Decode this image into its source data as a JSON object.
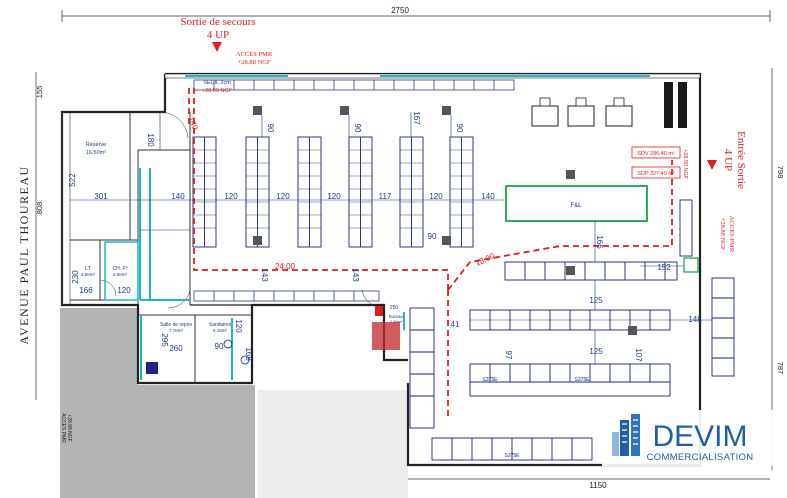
{
  "dimensions": {
    "top_total": "2750",
    "bottom_total": "1150",
    "left_top": "155",
    "left_mid": "808",
    "right_top": "798",
    "right_bottom": "787",
    "vert_left_wall": "522",
    "reserve_w": "301",
    "reserve_v": "180",
    "lt_v": "230",
    "lt_h": "166",
    "lt2_h": "120",
    "aisle_140_left": "140",
    "aisle_120_a": "120",
    "aisle_120_b": "120",
    "aisle_120_c": "120",
    "aisle_117": "117",
    "aisle_120_d": "120",
    "aisle_140_right": "140",
    "top_90_a": "90",
    "top_90_b": "90",
    "top_167": "167",
    "top_90_c": "90",
    "mid_90": "90",
    "diag_140": "140",
    "v_143_a": "143",
    "v_143_b": "143",
    "v_24": "24.00",
    "diag_1800": "18.00",
    "v_166": "166",
    "h_152": "152",
    "v_125_a": "125",
    "v_125_b": "125",
    "h_148": "148",
    "v_41": "41",
    "v_97": "97",
    "v_107": "107",
    "sr_295": "295",
    "sr_260": "260",
    "san_90": "90",
    "san_120": "120",
    "san_168": "168",
    "h_250": "250"
  },
  "labels": {
    "street": "AVENUE PAUL THOUREAU",
    "exit_title": "Sortie de secours",
    "exit_up": "4 UP",
    "acces_pmr_top": "ACCES PMR",
    "acces_pmr_top_ngf": "+28.88 NGF",
    "seuil": "SEUIL 2cm",
    "seuil_ngf": "+28.90 NGF",
    "entree": "Entrée Sortie",
    "entree_up": "4 UP",
    "acces_pmr_right": "ACCES PMR",
    "acces_pmr_right_ngf": "+28.88 NGF",
    "ngf_mid": "+28.90 NGF",
    "sdv": "SDV 286.40 m²",
    "sdp": "SDP 327.40 m²",
    "fl": "F&L",
    "reserve": "Réserve",
    "reserve_area": "16.50m²",
    "lt": "LT",
    "lt_area": "3.60m²",
    "chf": "CH. F°",
    "chf_area": "2.50m²",
    "salle_repos": "Salle de repos",
    "salle_repos_area": "7.70m²",
    "sanitaires": "Sanitaires",
    "sanitaires_area": "5.15m²",
    "bureau": "bureau",
    "bureau_area": "2.90m²",
    "bottom_left_pmr": "ACCES PMR",
    "bottom_left_ngf": "+28.88 NGF",
    "shelf_tag_a": "S375E",
    "shelf_tag_b": "S375E",
    "shelf_tag_c": "S375E"
  },
  "logo": {
    "name": "DEVIM",
    "tagline": "COMMERCIALISATION",
    "color_main": "#1e5fa8",
    "color_light": "#8fb6df"
  },
  "colors": {
    "wall": "#222222",
    "shelf": "#1a237e",
    "dim": "#1e3a8a",
    "red": "#e11d1d",
    "green": "#16a34a",
    "cyan": "#22b5c8",
    "street_gray": "#b4b4b4"
  }
}
